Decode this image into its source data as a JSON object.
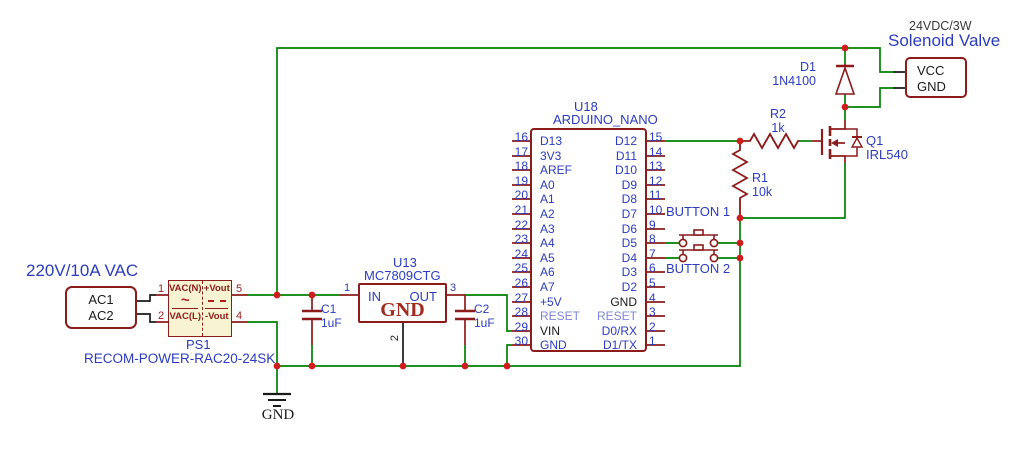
{
  "title_block": {
    "source_title": "220V/10A VAC",
    "load_rating": "24VDC/3W",
    "load_title": "Solenoid Valve"
  },
  "source_box": {
    "terminal1": "AC1",
    "terminal2": "AC2"
  },
  "ps1": {
    "ref": "PS1",
    "value": "RECOM-POWER-RAC20-24SK",
    "cell_in_top": "VAC(N)",
    "cell_in_bottom": "VAC(L)",
    "cell_out_top": "+Vout",
    "cell_out_bottom": "-Vout",
    "ac_symbol": "~",
    "pin_top_left": "1",
    "pin_bottom_left": "2",
    "pin_top_right": "5",
    "pin_bottom_right": "4"
  },
  "regulator": {
    "ref": "U13",
    "value": "MC7809CTG",
    "pin_in_label": "IN",
    "pin_out_label": "OUT",
    "pin_gnd_label": "GND",
    "pin_in_num": "1",
    "pin_out_num": "3",
    "pin_gnd_num": "2"
  },
  "c1": {
    "ref": "C1",
    "value": "1uF"
  },
  "c2": {
    "ref": "C2",
    "value": "1uF"
  },
  "ground": {
    "label": "GND"
  },
  "arduino": {
    "ref": "U18",
    "value": "ARDUINO_NANO",
    "rows": [
      {
        "ln": "16",
        "ll": "D13",
        "rl": "D12",
        "rn": "15"
      },
      {
        "ln": "17",
        "ll": "3V3",
        "rl": "D11",
        "rn": "14"
      },
      {
        "ln": "18",
        "ll": "AREF",
        "rl": "D10",
        "rn": "13"
      },
      {
        "ln": "19",
        "ll": "A0",
        "rl": "D9",
        "rn": "12"
      },
      {
        "ln": "20",
        "ll": "A1",
        "rl": "D8",
        "rn": "11"
      },
      {
        "ln": "21",
        "ll": "A2",
        "rl": "D7",
        "rn": "10"
      },
      {
        "ln": "22",
        "ll": "A3",
        "rl": "D6",
        "rn": "9"
      },
      {
        "ln": "23",
        "ll": "A4",
        "rl": "D5",
        "rn": "8"
      },
      {
        "ln": "24",
        "ll": "A5",
        "rl": "D4",
        "rn": "7"
      },
      {
        "ln": "25",
        "ll": "A6",
        "rl": "D3",
        "rn": "6"
      },
      {
        "ln": "26",
        "ll": "A7",
        "rl": "D2",
        "rn": "5"
      },
      {
        "ln": "27",
        "ll": "+5V",
        "rl": "GND",
        "rn": "4"
      },
      {
        "ln": "28",
        "ll": "RESET",
        "rl": "RESET",
        "rn": "3"
      },
      {
        "ln": "29",
        "ll": "VIN",
        "rl": "D0/RX",
        "rn": "2"
      },
      {
        "ln": "30",
        "ll": "GND",
        "rl": "D1/TX",
        "rn": "1"
      }
    ]
  },
  "buttons": {
    "button1": "BUTTON 1",
    "button2": "BUTTON 2"
  },
  "r1": {
    "ref": "R1",
    "value": "10k"
  },
  "r2": {
    "ref": "R2",
    "value": "1k"
  },
  "d1": {
    "ref": "D1",
    "value": "1N4100"
  },
  "q1": {
    "ref": "Q1",
    "value": "IRL540"
  },
  "solenoid_box": {
    "pin1": "VCC",
    "pin2": "GND"
  },
  "colors": {
    "wire_green": "#008000",
    "element_dark_red": "#8c1b1b",
    "junction_red": "#cf1d1d",
    "label_blue": "#2b3cbe",
    "module_fill_cream": "#f8f3d0",
    "text_black": "#1a1a1a"
  }
}
